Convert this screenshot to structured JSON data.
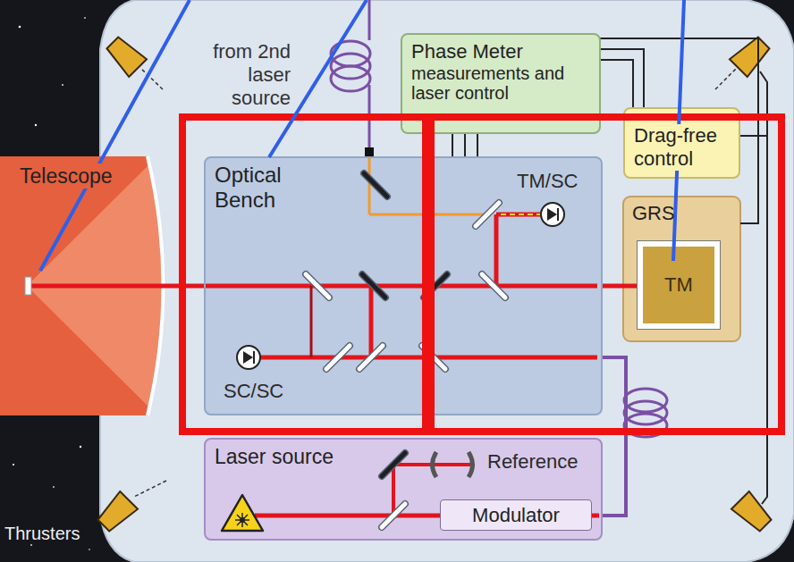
{
  "diagram": {
    "nodes": [
      {
        "text": [
          "Telescope"
        ]
      },
      {
        "text": [
          "Phase Meter",
          "measurements and laser control"
        ]
      },
      {
        "text": [
          "Optical Bench"
        ]
      },
      {
        "text": [
          "Drag-free control"
        ]
      },
      {
        "text": [
          "GRS"
        ]
      },
      {
        "text": [
          "TM"
        ],
        "in": 4
      },
      {
        "text": [
          "Laser source"
        ]
      },
      {
        "text": [
          "Modulator"
        ],
        "in": 6
      }
    ],
    "edges": [
      {
        "from": 6,
        "to": 2,
        "arrow": "none"
      },
      {
        "from": 0,
        "to": 2,
        "arrow": "none"
      },
      {
        "from": 2,
        "to": 5,
        "arrow": "none"
      },
      {
        "from": 1,
        "to": 2,
        "arrow": "none"
      },
      {
        "from": 1,
        "to": 3,
        "arrow": "none"
      }
    ],
    "labels": [
      "from 2nd laser source",
      "TM/SC",
      "SC/SC",
      "Reference",
      "Thrusters"
    ]
  }
}
